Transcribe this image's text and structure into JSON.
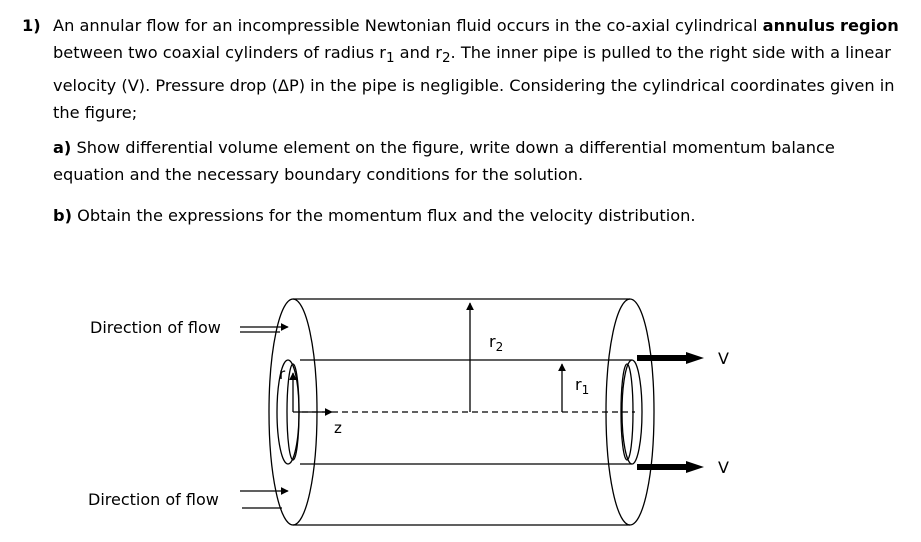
{
  "problem": {
    "number": "1)",
    "intro": "An annular flow for an incompressible Newtonian fluid occurs in the co-axial cylindrical ",
    "bold_term_1": "annulus",
    "bold_term_2": "region",
    "after_bold": " between two coaxial cylinders of radius r",
    "sub_1": "1",
    "mid_text": " and r",
    "sub_2": "2",
    "rest": ". The inner pipe is pulled to the right side with a linear velocity (V). Pressure drop (ΔP) in the pipe is negligible. Considering the cylindrical coordinates given in the figure;",
    "part_a_label": "a)",
    "part_a_text": " Show differential volume element on the figure, write down a differential momentum balance equation and the necessary boundary conditions for the solution.",
    "part_b_label": "b)",
    "part_b_text": " Obtain the expressions for the momentum flux and the velocity distribution."
  },
  "figure": {
    "flow_label_top": "Direction of flow",
    "flow_label_bottom": "Direction of flow",
    "r2_label": "r",
    "r2_sub": "2",
    "r1_label": "r",
    "r1_sub": "1",
    "r_label": "r",
    "z_label": "z",
    "v_label_top": "V",
    "v_label_bottom": "V"
  }
}
